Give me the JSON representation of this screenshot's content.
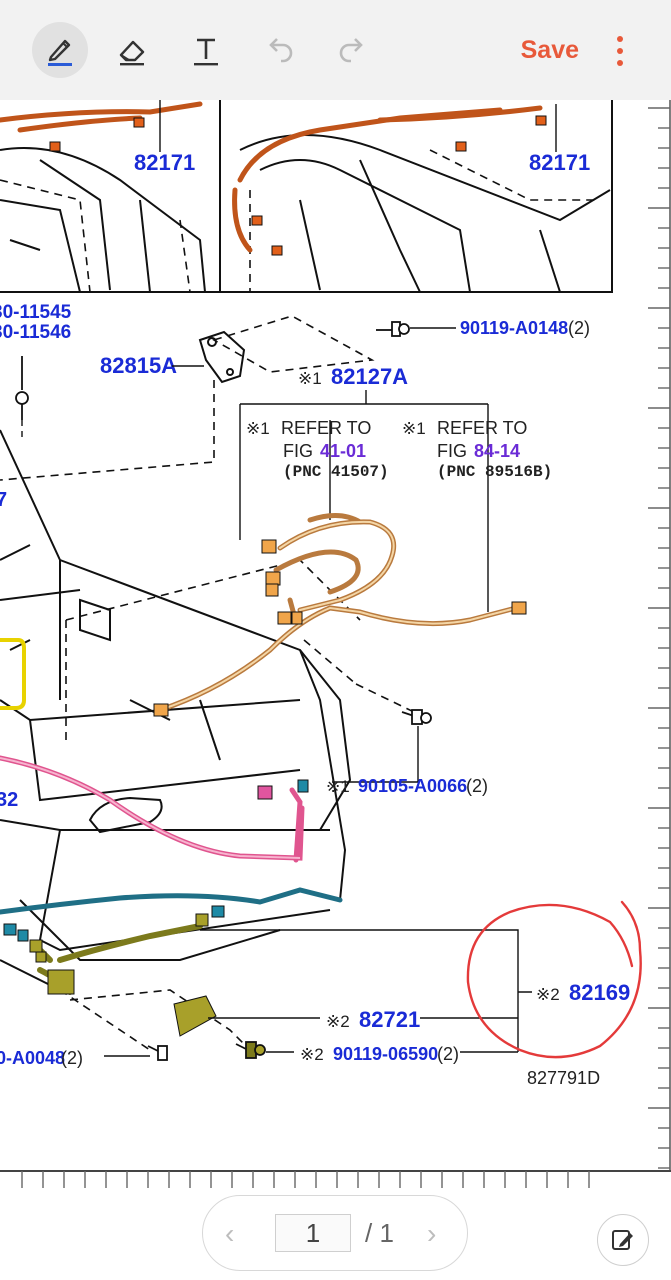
{
  "toolbar": {
    "save_label": "Save",
    "tools": [
      {
        "icon": "pen-icon",
        "active": true
      },
      {
        "icon": "eraser-icon",
        "active": false
      },
      {
        "icon": "text-tool-icon",
        "active": false
      },
      {
        "icon": "undo-icon",
        "active": false
      },
      {
        "icon": "redo-icon",
        "active": false
      }
    ],
    "accent": "#e8593a"
  },
  "diagram": {
    "labels": {
      "p82171_left": "82171",
      "p82171_right": "82171",
      "p11545": "30-11545",
      "p11546": "30-11546",
      "p82815A": "82815A",
      "p90119A0148": "90119-A0148",
      "p90119A0148_qty": "(2)",
      "mark1_a": "※1",
      "p82127A": "82127A",
      "mark1_b": "※1",
      "refer1": "REFER TO",
      "fig1_prefix": "FIG",
      "fig1": "41-01",
      "pnc1": "(PNC 41507)",
      "mark1_c": "※1",
      "refer2": "REFER TO",
      "fig2_prefix": "FIG",
      "fig2": "84-14",
      "pnc2": "(PNC 89516B)",
      "p7": "7",
      "mark1_d": "※1",
      "p90105A0066": "90105-A0066",
      "p90105A0066_qty": "(2)",
      "p32": "32",
      "mark2_a": "※2",
      "p82169": "82169",
      "mark2_b": "※2",
      "p82721": "82721",
      "pA0048": "0-A0048",
      "pA0048_qty": "(2)",
      "mark2_c": "※2",
      "p9011906590": "90119-06590",
      "p9011906590_qty": "(2)",
      "code": "827791D"
    }
  },
  "pager": {
    "current_page": "1",
    "total": "/ 1",
    "prev": "‹",
    "next": "›"
  }
}
